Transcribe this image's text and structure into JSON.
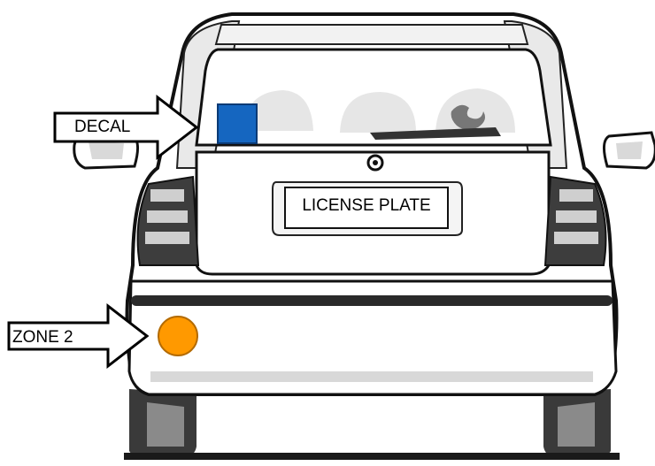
{
  "labels": {
    "decal": "DECAL",
    "zone": "ZONE 2",
    "license_plate": "LICENSE PLATE"
  },
  "colors": {
    "decal_marker": "#1566c0",
    "zone_marker": "#ff9900",
    "outline": "#000000",
    "background": "#ffffff"
  }
}
